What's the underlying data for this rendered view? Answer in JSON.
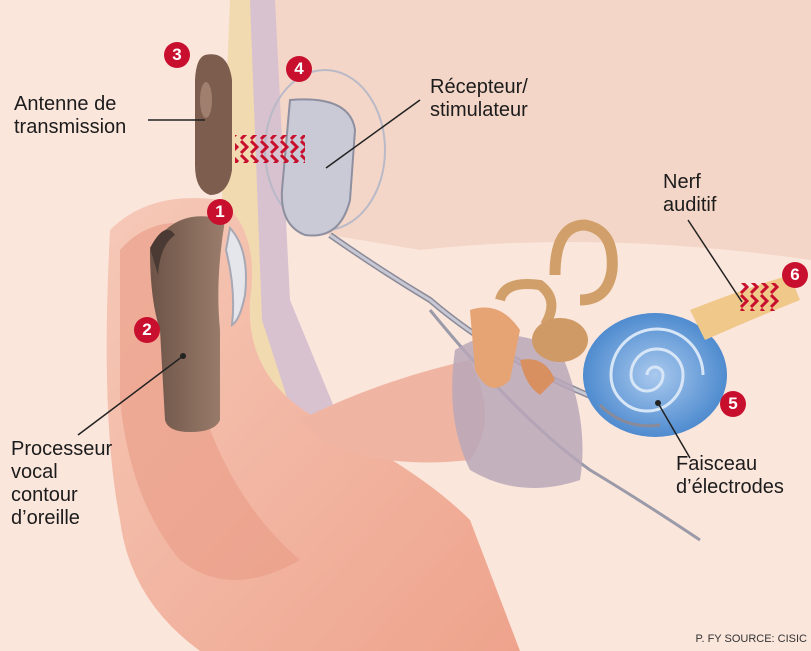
{
  "accent_color": "#c8102e",
  "labels": {
    "antenne": "Antenne de\ntransmission",
    "recepteur": "Récepteur/\nstimulateur",
    "nerf": "Nerf\nauditif",
    "processeur": "Processeur\nvocal\ncontour\nd’oreille",
    "faisceau": "Faisceau\nd’électrodes"
  },
  "badges": [
    "1",
    "2",
    "3",
    "4",
    "5",
    "6"
  ],
  "credit": "P. FY SOURCE: CISIC"
}
